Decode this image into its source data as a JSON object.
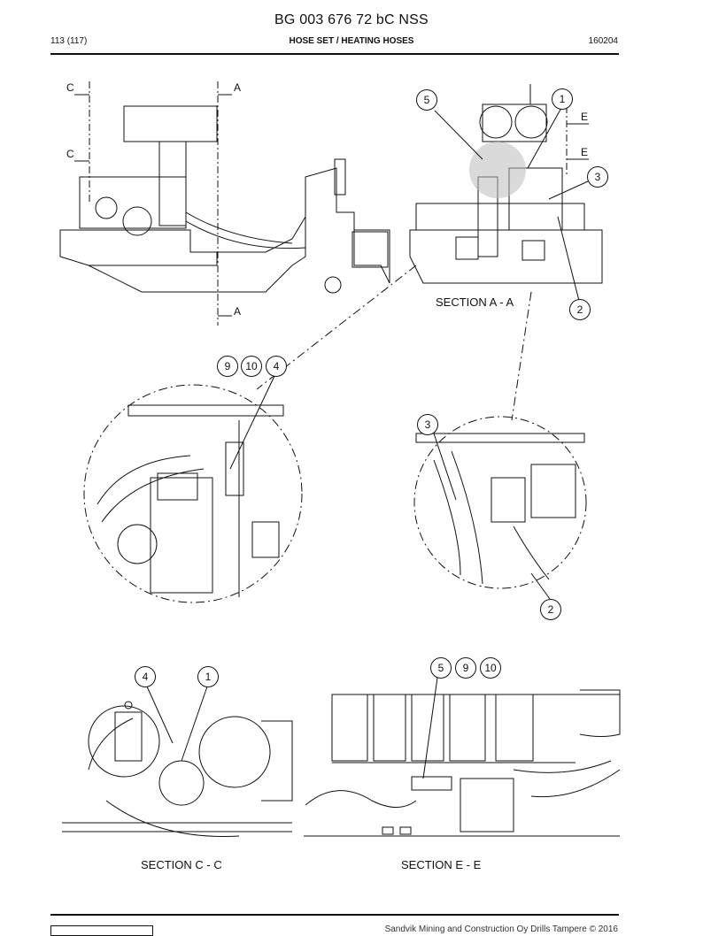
{
  "header": {
    "doc_code": "BG 003 676 72 bC NSS",
    "page": "113 (117)",
    "title": "HOSE SET / HEATING HOSES",
    "date_code": "160204"
  },
  "views": {
    "side_cut_labels": {
      "c_top": "C",
      "a_top": "A",
      "c_mid": "C",
      "a_bottom": "A"
    },
    "section_a": {
      "caption": "SECTION A - A",
      "e_top": "E",
      "e_bottom": "E",
      "callouts": [
        "5",
        "1",
        "3",
        "2"
      ]
    },
    "detail_left": {
      "callouts": [
        "9",
        "10",
        "4"
      ]
    },
    "detail_right": {
      "callouts": [
        "3",
        "2"
      ]
    },
    "section_c": {
      "caption": "SECTION C - C",
      "callouts": [
        "4",
        "1"
      ]
    },
    "section_e": {
      "caption": "SECTION E - E",
      "callouts": [
        "5",
        "9",
        "10"
      ]
    }
  },
  "footer": {
    "copyright": "Sandvik Mining and Construction Oy Drills Tampere © 2016"
  }
}
